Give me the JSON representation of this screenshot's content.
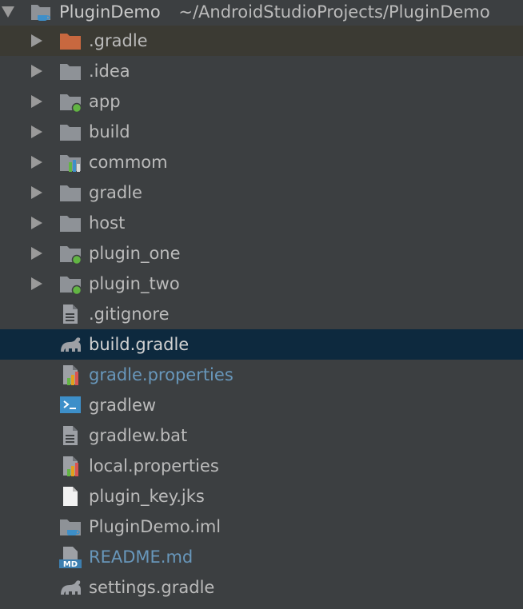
{
  "project": {
    "name": "PluginDemo",
    "path": "~/AndroidStudioProjects/PluginDemo"
  },
  "items": [
    {
      "label": ".gradle",
      "icon": "folder-orange-icon",
      "kind": "folder",
      "excluded": true
    },
    {
      "label": ".idea",
      "icon": "folder-icon",
      "kind": "folder"
    },
    {
      "label": "app",
      "icon": "module-folder-icon",
      "kind": "folder"
    },
    {
      "label": "build",
      "icon": "folder-icon",
      "kind": "folder"
    },
    {
      "label": "commom",
      "icon": "library-folder-icon",
      "kind": "folder"
    },
    {
      "label": "gradle",
      "icon": "folder-icon",
      "kind": "folder"
    },
    {
      "label": "host",
      "icon": "folder-icon",
      "kind": "folder"
    },
    {
      "label": "plugin_one",
      "icon": "module-folder-icon",
      "kind": "folder"
    },
    {
      "label": "plugin_two",
      "icon": "module-folder-icon",
      "kind": "folder"
    },
    {
      "label": ".gitignore",
      "icon": "text-file-icon",
      "kind": "file"
    },
    {
      "label": "build.gradle",
      "icon": "gradle-elephant-icon",
      "kind": "file",
      "selected": true
    },
    {
      "label": "gradle.properties",
      "icon": "properties-file-icon",
      "kind": "file",
      "modified": true
    },
    {
      "label": "gradlew",
      "icon": "terminal-script-icon",
      "kind": "file"
    },
    {
      "label": "gradlew.bat",
      "icon": "text-file-icon",
      "kind": "file"
    },
    {
      "label": "local.properties",
      "icon": "properties-file-icon",
      "kind": "file"
    },
    {
      "label": "plugin_key.jks",
      "icon": "blank-file-icon",
      "kind": "file"
    },
    {
      "label": "PluginDemo.iml",
      "icon": "module-iml-icon",
      "kind": "file"
    },
    {
      "label": "README.md",
      "icon": "markdown-file-icon",
      "kind": "file",
      "modified": true
    },
    {
      "label": "settings.gradle",
      "icon": "gradle-elephant-icon",
      "kind": "file"
    }
  ],
  "colors": {
    "background": "#3c3f41",
    "selection": "#0d293e",
    "excluded": "#3b3a33",
    "modified_text": "#6897bb",
    "folder": "#8e9297",
    "excluded_folder": "#c8683f",
    "module_dot": "#62b543"
  }
}
